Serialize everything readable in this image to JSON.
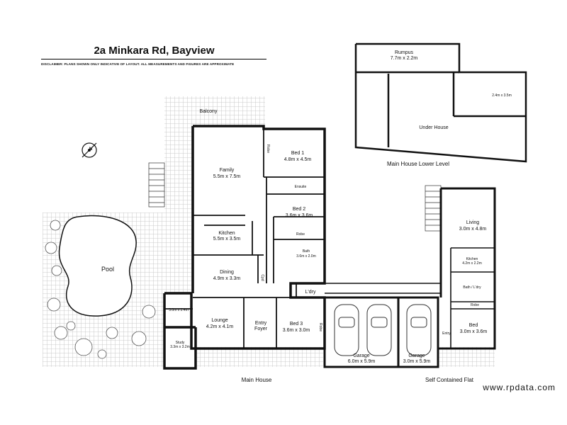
{
  "title": "2a Minkara Rd, Bayview",
  "disclaimer": "DISCLAIMER: PLANS SHOWN ONLY INDICATIVE OF LAYOUT. ALL MEASUREMENTS AND FIGURES ARE APPROXIMATE",
  "compass_label": "N",
  "rooms": {
    "balcony": "Balcony",
    "family": "Family",
    "family_dim": "5.5m x 7.5m",
    "robe1": "Robe",
    "bed1": "Bed 1",
    "bed1_dim": "4.8m x 4.5m",
    "ensuite": "Ensuite",
    "bed2": "Bed 2",
    "bed2_dim": "3.6m x 3.6m",
    "robe2": "Robe",
    "kitchen": "Kitchen",
    "kitchen_dim": "5.5m x 3.5m",
    "bath": "Bath",
    "bath_dim": "3.6m x 2.0m",
    "dining": "Dining",
    "dining_dim": "4.9m x 3.3m",
    "cpd": "Cpd",
    "ldry": "L'dry",
    "lounge": "Lounge",
    "lounge_dim": "4.2m x 4.1m",
    "entry": "Entry",
    "foyer": "Foyer",
    "bed3": "Bed 3",
    "bed3_dim": "3.6m x 3.0m",
    "robe3": "Robe",
    "room_small": "3.0m x 2.4m",
    "study": "Study",
    "study_dim": "3.3m x 3.2m",
    "pool": "Pool",
    "garage1": "Garage",
    "garage1_dim": "6.0m x 5.9m",
    "garage2": "Garage",
    "garage2_dim": "3.0m x 5.9m",
    "rumpus": "Rumpus",
    "rumpus_dim": "7.7m x 2.2m",
    "store_dim": "2.4m x 3.5m",
    "under_house": "Under House",
    "flat_living": "Living",
    "flat_living_dim": "3.0m x 4.8m",
    "flat_kitchen": "Kitchen",
    "flat_kitchen_dim": "4.2m x 2.2m",
    "flat_bath": "Bath / L'dry",
    "flat_robe": "Robe",
    "flat_bed": "Bed",
    "flat_bed_dim": "3.0m x 3.6m",
    "flat_entry": "Entry"
  },
  "captions": {
    "main_house": "Main House",
    "lower_level": "Main House Lower Level",
    "flat": "Self Contained Flat"
  },
  "website": "www.rpdata.com"
}
